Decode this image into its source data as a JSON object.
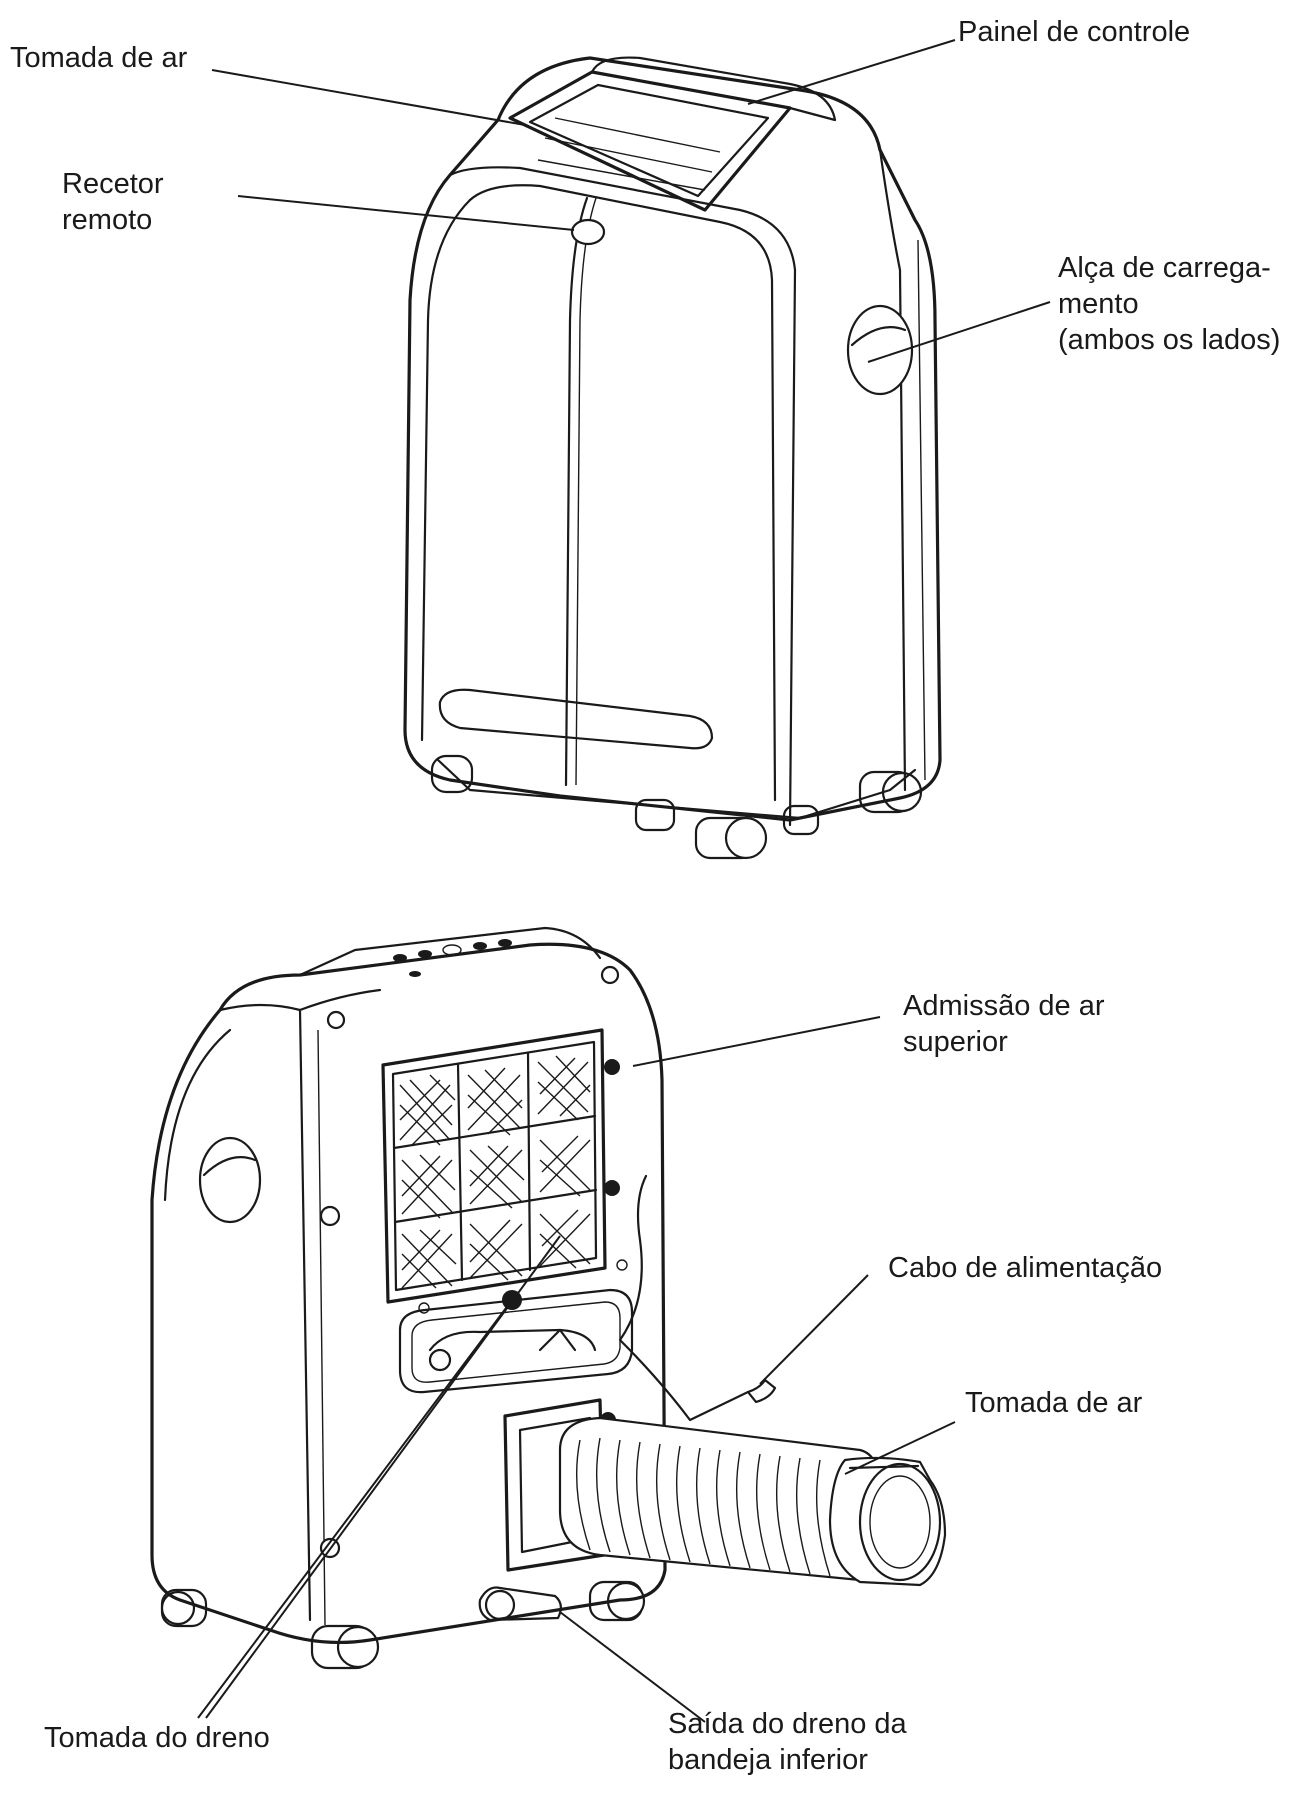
{
  "colors": {
    "ink": "#1a1a1a",
    "background": "#ffffff"
  },
  "labels": {
    "front_air_outlet": "Tomada de ar",
    "control_panel": "Painel de controle",
    "remote_receiver": [
      "Recetor",
      "remoto"
    ],
    "carry_handle": [
      "Alça de carrega-",
      "mento",
      "(ambos os lados)"
    ],
    "upper_air_intake": [
      "Admissão de ar",
      "superior"
    ],
    "power_cable": "Cabo de alimentação",
    "rear_air_outlet": "Tomada de ar",
    "drain_outlet": "Tomada do dreno",
    "bottom_tray_drain": [
      "Saída do dreno da",
      "bandeja inferior"
    ]
  }
}
